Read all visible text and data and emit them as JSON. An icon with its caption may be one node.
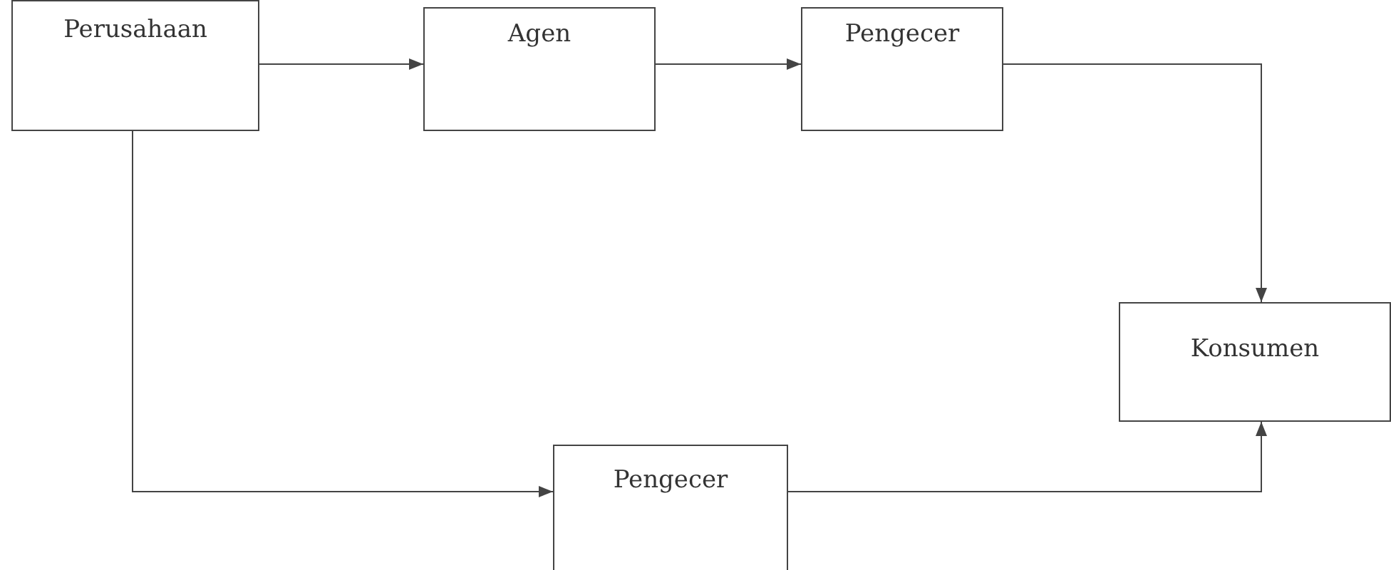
{
  "diagram": {
    "nodes": [
      {
        "text": [
          "Perusahaan"
        ]
      },
      {
        "text": [
          "Agen"
        ]
      },
      {
        "text": [
          "Pengecer"
        ]
      },
      {
        "text": [
          "Pengecer"
        ]
      },
      {
        "text": [
          "Konsumen"
        ]
      }
    ],
    "edges": [
      {
        "from": 0,
        "to": 1,
        "arrow": "to"
      },
      {
        "from": 1,
        "to": 2,
        "arrow": "to"
      },
      {
        "from": 2,
        "to": 4,
        "arrow": "to"
      },
      {
        "from": 0,
        "to": 3,
        "arrow": "to"
      },
      {
        "from": 3,
        "to": 4,
        "arrow": "to"
      }
    ]
  }
}
